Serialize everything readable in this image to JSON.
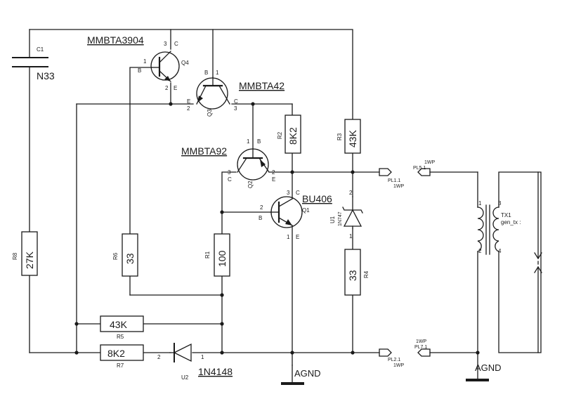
{
  "capacitor": {
    "ref": "C1",
    "value": "N33"
  },
  "q4": {
    "part": "MMBTA3904",
    "ref": "Q4",
    "pin3": "3",
    "pinC": "C",
    "pin1": "1",
    "pinB": "B",
    "pin2": "2",
    "pinE": "E"
  },
  "q3": {
    "part": "MMBTA42",
    "ref": "Q3",
    "pinB": "B",
    "pin1": "1",
    "pinE": "E",
    "pin2": "2",
    "pinC": "C",
    "pin3": "3"
  },
  "q2": {
    "part": "MMBTA92",
    "ref": "Q2",
    "pin1": "1",
    "pinB": "B",
    "pinC": "C",
    "pin3": "3",
    "pinE": "E",
    "pin2": "2"
  },
  "q1": {
    "part": "BU406",
    "ref": "Q1",
    "pin3": "3",
    "pinC": "C",
    "pin2": "2",
    "pinB": "B",
    "pin1": "1",
    "pinE": "E"
  },
  "resistors": {
    "r2": {
      "ref": "R2",
      "value": "8K2"
    },
    "r3": {
      "ref": "R3",
      "value": "43K"
    },
    "r8": {
      "ref": "R8",
      "value": "27K"
    },
    "r6": {
      "ref": "R6",
      "value": "33"
    },
    "r1": {
      "ref": "R1",
      "value": "100"
    },
    "r4": {
      "ref": "R4",
      "value": "33"
    },
    "r5": {
      "ref": "R5",
      "value": "43K"
    },
    "r7": {
      "ref": "R7",
      "value": "8K2"
    }
  },
  "zener": {
    "ref": "U1",
    "part": "1N747",
    "pin1": "1",
    "pin2": "2"
  },
  "diode": {
    "ref": "U2",
    "part": "1N4148",
    "pin1": "1",
    "pin2": "2"
  },
  "connectors": {
    "pl1": {
      "ref": "PL1.1",
      "type": "1WP"
    },
    "pl5": {
      "ref": "PL5.1",
      "type": "1WP"
    },
    "pl2": {
      "ref": "PL2.1",
      "type": "1WP"
    },
    "pl7": {
      "ref": "PL7.1",
      "type": "1WP"
    }
  },
  "transformer": {
    "ref": "TX1",
    "name": "gen_tx :",
    "pin1": "1",
    "pin2": "2",
    "pin3": "3",
    "pin4": "4"
  },
  "grounds": {
    "left": "AGND",
    "right": "AGND"
  }
}
